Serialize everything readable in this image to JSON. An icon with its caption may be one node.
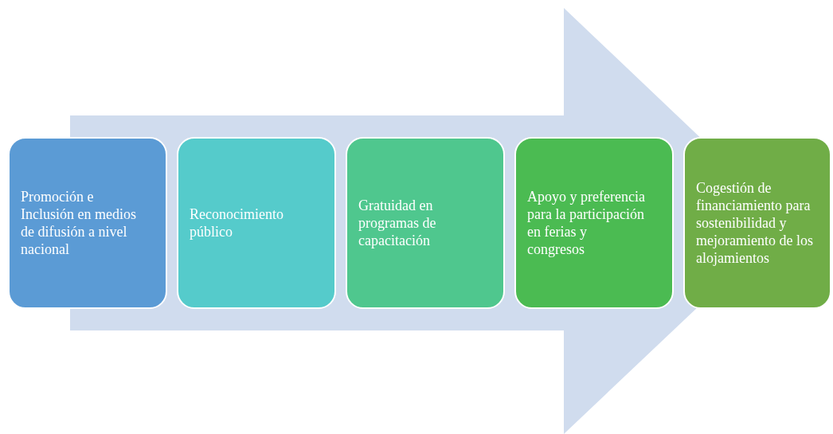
{
  "diagram": {
    "nodes": [
      {
        "text": [
          "Promoción e Inclusión en medios de difusión a nivel nacional"
        ]
      },
      {
        "text": [
          "Reconocimiento público"
        ]
      },
      {
        "text": [
          "Gratuidad en programas de capacitación"
        ]
      },
      {
        "text": [
          "Apoyo y preferencia para la participación en ferias y congresos"
        ]
      },
      {
        "text": [
          "Cogestión de financiamiento para sostenibilidad y mejoramiento de los alojamientos"
        ]
      }
    ],
    "edges": [
      {
        "from": 0,
        "to": 4,
        "arrow": "to"
      }
    ]
  }
}
